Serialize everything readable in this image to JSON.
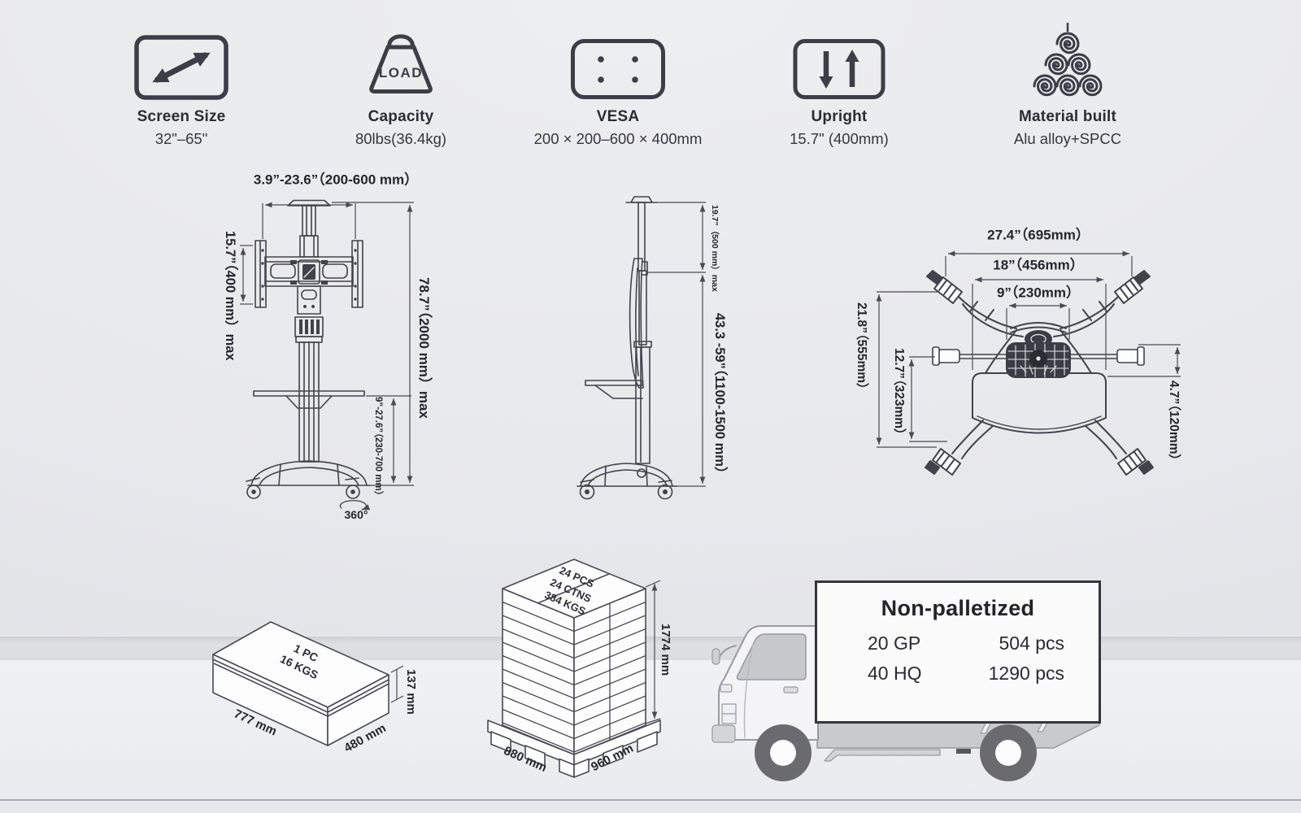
{
  "specs": {
    "items": [
      {
        "label": "Screen Size",
        "value": "32\"–65\""
      },
      {
        "label": "Capacity",
        "value": "80lbs(36.4kg)",
        "icon_text": "LOAD"
      },
      {
        "label": "VESA",
        "value": "200 × 200–600 × 400mm"
      },
      {
        "label": "Upright",
        "value": "15.7\" (400mm)"
      },
      {
        "label": "Material built",
        "value": "Alu alloy+SPCC"
      }
    ]
  },
  "front_view": {
    "dim_width_top": "3.9”-23.6”（200-600 mm）",
    "dim_vesa_height": "15.7”（400 mm）max",
    "dim_total_height": "78.7”（2000 mm）max",
    "dim_shelf_height": "9”-27.6”（230-700 mm）",
    "swivel": "360°"
  },
  "side_view": {
    "dim_extension": "19.7”（500 mm）max",
    "dim_screen_height": "43.3 -59”（1100-1500 mm）"
  },
  "top_view": {
    "dim_outer_width": "27.4”（695mm）",
    "dim_mid_width": "18”（456mm）",
    "dim_inner_width": "9”（230mm）",
    "dim_depth": "21.8”（555mm）",
    "dim_base_depth": "12.7”（323mm）",
    "dim_offset": "4.7”（120mm）"
  },
  "packaging": {
    "carton": {
      "line1": "1 PC",
      "line2": "16 KGS",
      "length": "777 mm",
      "depth": "480 mm",
      "height": "137 mm"
    },
    "pallet": {
      "line1": "24 PCS",
      "line2": "24 CTNS",
      "line3": "384 KGS",
      "length": "880 mm",
      "depth": "960 mm",
      "height": "1774 mm"
    },
    "truck": {
      "title": "Non-palletized",
      "rows": [
        {
          "label": "20 GP",
          "value": "504 pcs"
        },
        {
          "label": "40 HQ",
          "value": "1290 pcs"
        }
      ]
    }
  },
  "colors": {
    "line": "#42424b",
    "dim_line": "#4a4a52",
    "accent_dark": "#3d3d47"
  }
}
